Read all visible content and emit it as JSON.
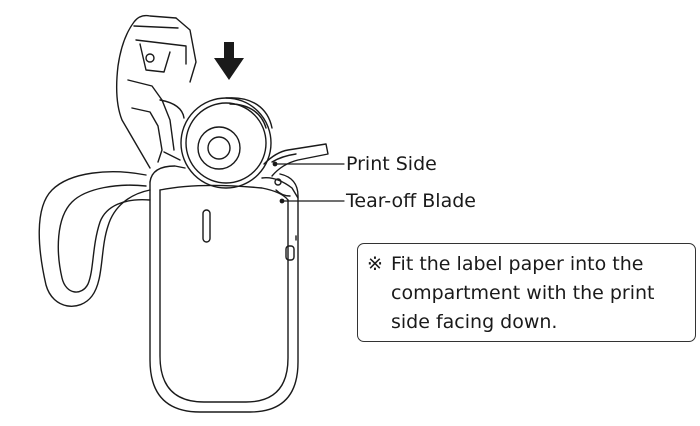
{
  "callouts": {
    "print_side": "Print Side",
    "tear_off_blade": "Tear-off Blade"
  },
  "note": {
    "mark": "※",
    "lines": [
      "Fit the label paper into the",
      "compartment with the print",
      "side facing down."
    ]
  },
  "colors": {
    "line": "#1a1a1a",
    "box_border": "#333333",
    "background": "#ffffff"
  },
  "icons": {
    "insert_direction": "arrow-down-icon"
  }
}
